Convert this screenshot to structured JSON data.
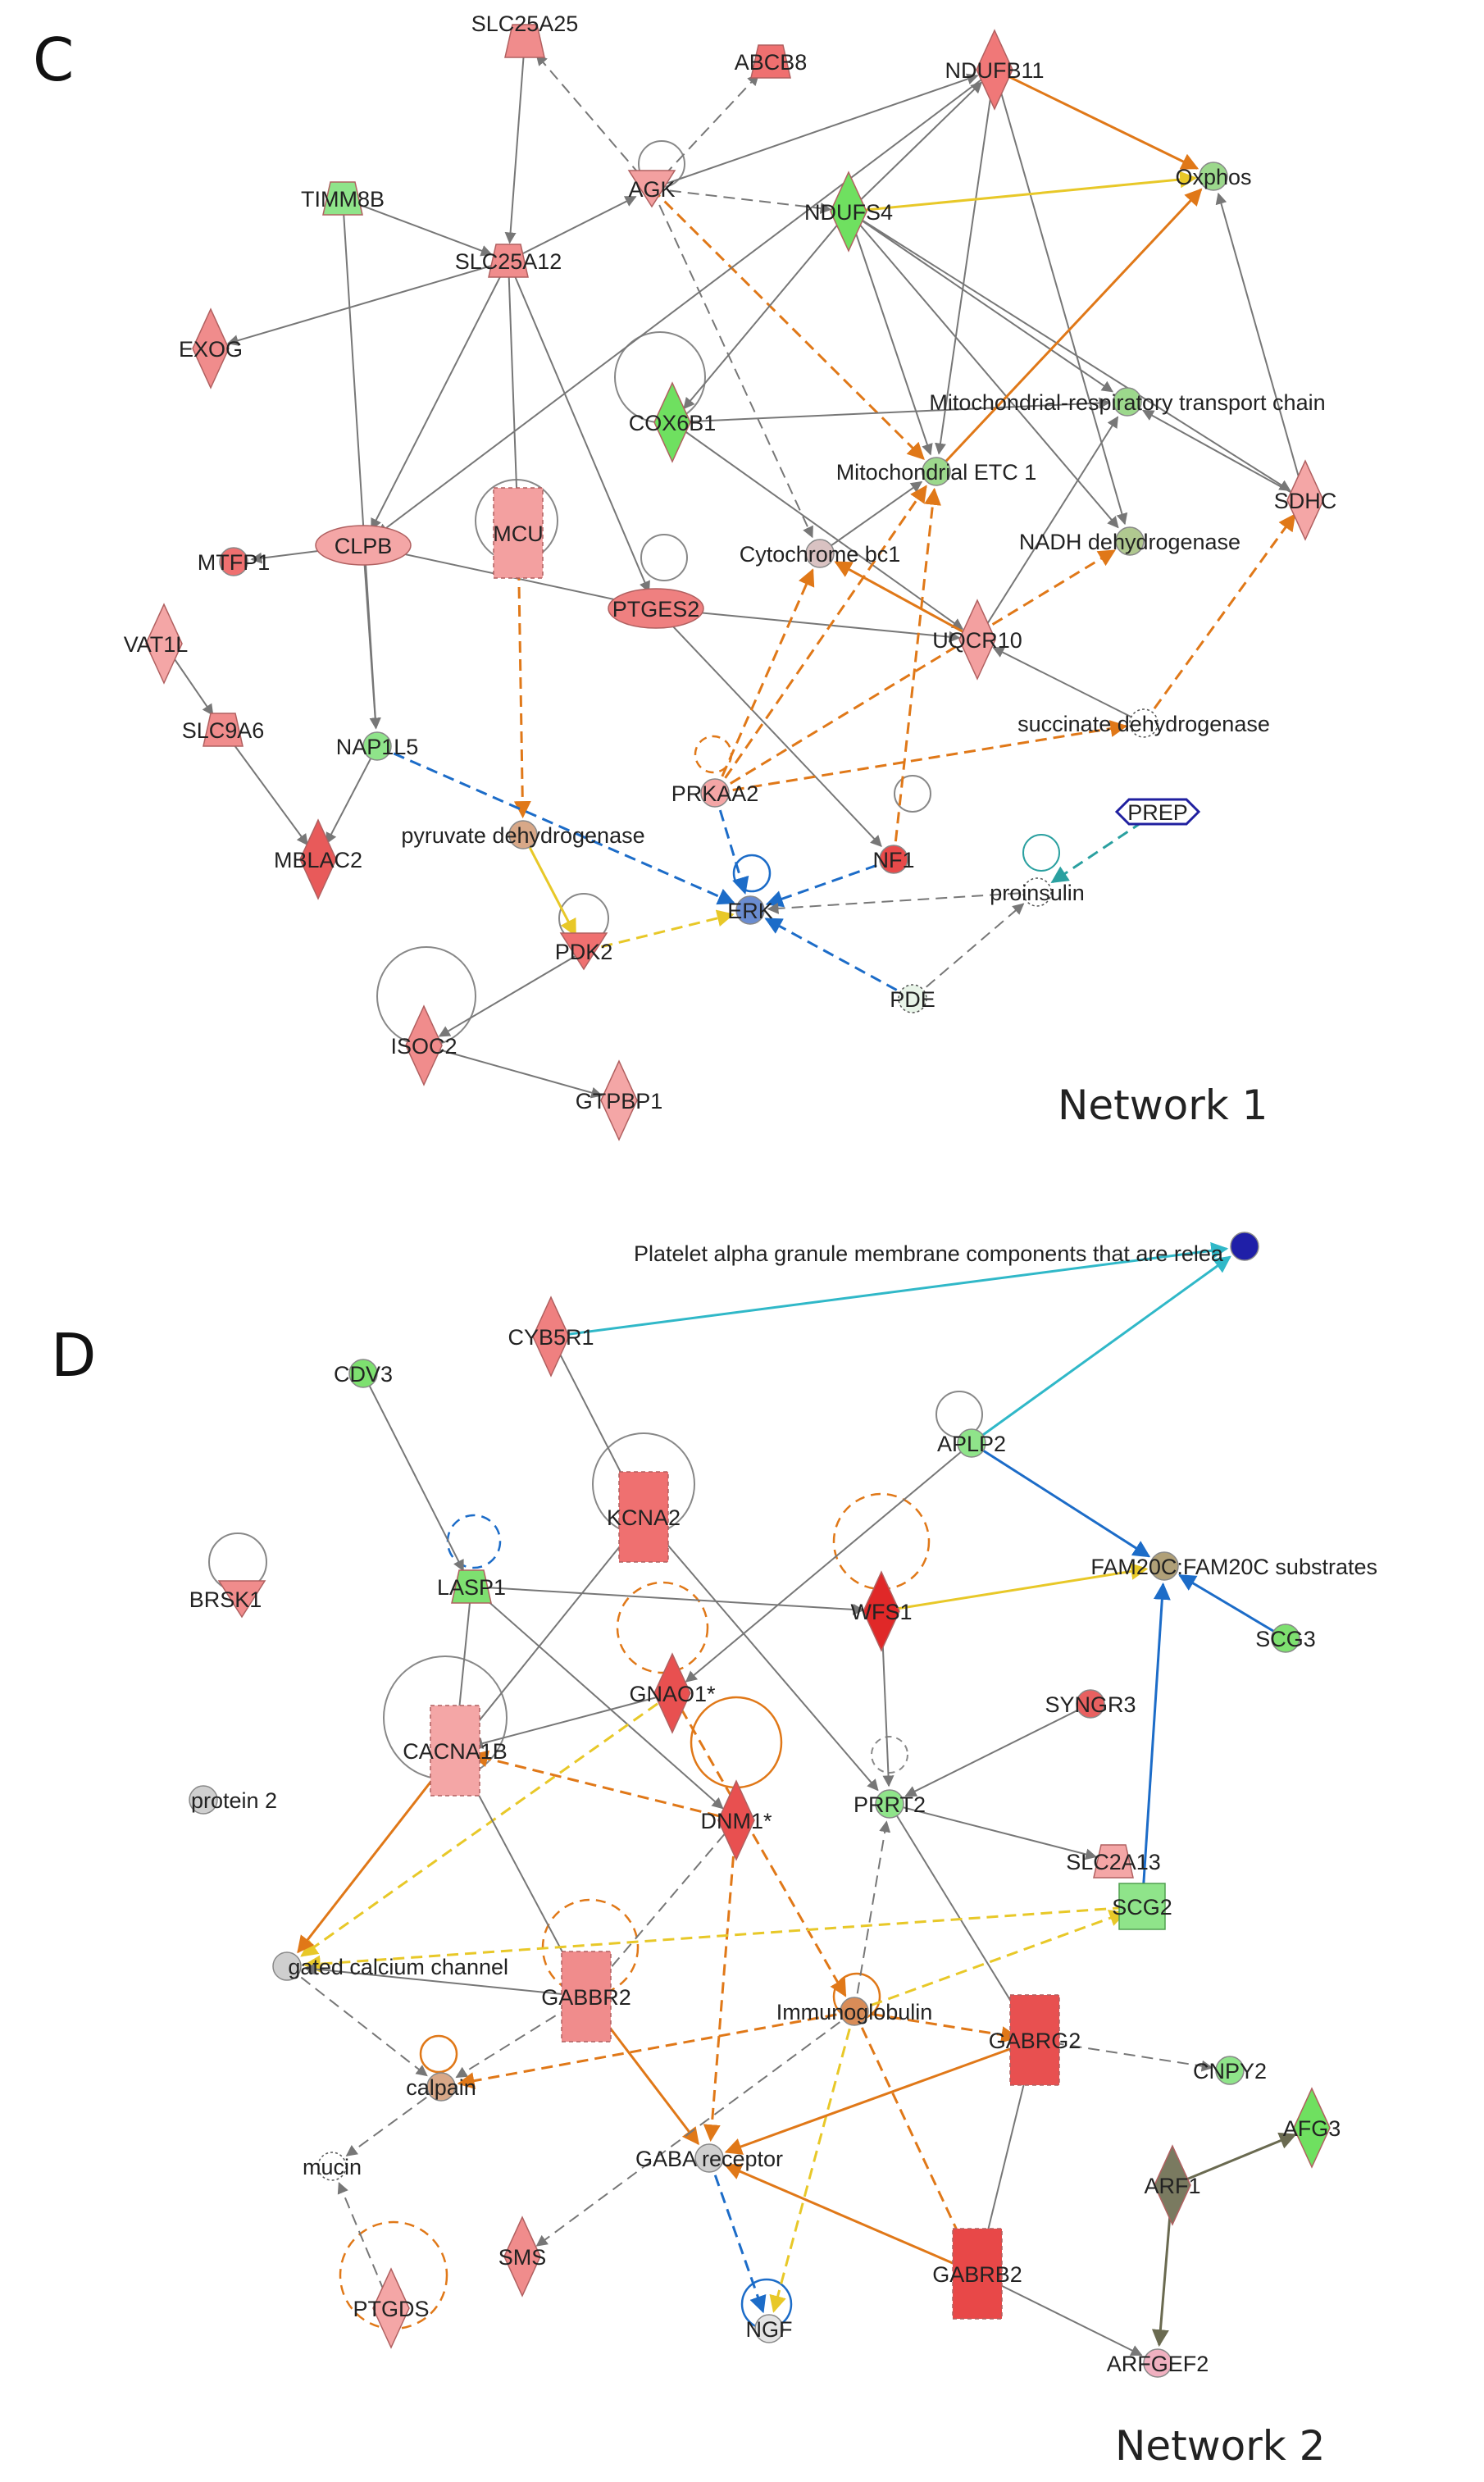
{
  "panels": [
    {
      "letter": "C",
      "network_title": "Network 1",
      "nodes": [
        {
          "id": "SLC25A25",
          "label": "SLC25A25",
          "shape": "trapezoid",
          "color": "#f08c8c"
        },
        {
          "id": "ABCB8",
          "label": "ABCB8",
          "shape": "trapezoid",
          "color": "#ef7070"
        },
        {
          "id": "NDUFB11",
          "label": "NDUFB11",
          "shape": "diamond",
          "color": "#f07878"
        },
        {
          "id": "Oxphos",
          "label": "Oxphos",
          "shape": "circle",
          "color": "#9cd88c"
        },
        {
          "id": "TIMM8B",
          "label": "TIMM8B",
          "shape": "trapezoid",
          "color": "#8fe48a"
        },
        {
          "id": "AGK",
          "label": "AGK",
          "shape": "vtriangle",
          "color": "#f3a0a0"
        },
        {
          "id": "NDUFS4",
          "label": "NDUFS4",
          "shape": "diamond",
          "color": "#6fe060"
        },
        {
          "id": "SLC25A12",
          "label": "SLC25A12",
          "shape": "trapezoid",
          "color": "#f08c8c"
        },
        {
          "id": "EXOG",
          "label": "EXOG",
          "shape": "diamond",
          "color": "#f08c8c"
        },
        {
          "id": "COX6B1",
          "label": "COX6B1",
          "shape": "diamond",
          "color": "#6fe060"
        },
        {
          "id": "MRTC",
          "label": "Mitochondrial-respiratory transport chain",
          "shape": "circle",
          "color": "#9cd88c"
        },
        {
          "id": "METC1",
          "label": "Mitochondrial ETC 1",
          "shape": "circle",
          "color": "#9cd88c"
        },
        {
          "id": "MTFP1",
          "label": "MTFP1",
          "shape": "circle",
          "color": "#ef7070"
        },
        {
          "id": "CLPB",
          "label": "CLPB",
          "shape": "ellipse",
          "color": "#f4a6a6"
        },
        {
          "id": "MCU",
          "label": "MCU",
          "shape": "dashrect",
          "color": "#f3a0a0"
        },
        {
          "id": "CytBC1",
          "label": "Cytochrome bc1",
          "shape": "circle",
          "color": "#d9c2c2"
        },
        {
          "id": "NADH",
          "label": "NADH dehydrogenase",
          "shape": "circle",
          "color": "#b0c890"
        },
        {
          "id": "SDHC",
          "label": "SDHC",
          "shape": "diamond",
          "color": "#f4a6a6"
        },
        {
          "id": "PTGES2",
          "label": "PTGES2",
          "shape": "ellipse",
          "color": "#ef8080"
        },
        {
          "id": "UQCR10",
          "label": "UQCR10",
          "shape": "diamond",
          "color": "#f3a0a0"
        },
        {
          "id": "VAT1L",
          "label": "VAT1L",
          "shape": "diamond",
          "color": "#f4a6a6"
        },
        {
          "id": "SLC9A6",
          "label": "SLC9A6",
          "shape": "trapezoid",
          "color": "#f08c8c"
        },
        {
          "id": "NAP1L5",
          "label": "NAP1L5",
          "shape": "circle",
          "color": "#8fe48a"
        },
        {
          "id": "SDH",
          "label": "succinate dehydrogenase",
          "shape": "dashcircle",
          "color": "#ffffff"
        },
        {
          "id": "PREP",
          "label": "PREP",
          "shape": "hexagon",
          "color": "#ffffff"
        },
        {
          "id": "PRKAA2",
          "label": "PRKAA2",
          "shape": "circle",
          "color": "#f4a6a6"
        },
        {
          "id": "MBLAC2",
          "label": "MBLAC2",
          "shape": "diamond",
          "color": "#e85a5a"
        },
        {
          "id": "PDH",
          "label": "pyruvate dehydrogenase",
          "shape": "circle",
          "color": "#d8a888"
        },
        {
          "id": "NF1",
          "label": "NF1",
          "shape": "circle",
          "color": "#e84a4a"
        },
        {
          "id": "ERK",
          "label": "ERK",
          "shape": "circle",
          "color": "#6a8cd0"
        },
        {
          "id": "proinsulin",
          "label": "proinsulin",
          "shape": "dashcircle",
          "color": "#ffffff"
        },
        {
          "id": "PDK2",
          "label": "PDK2",
          "shape": "vtriangle",
          "color": "#ef7070"
        },
        {
          "id": "PDE",
          "label": "PDE",
          "shape": "dashcircle",
          "color": "#e8f4e8"
        },
        {
          "id": "ISOC2",
          "label": "ISOC2",
          "shape": "diamond",
          "color": "#f08c8c"
        },
        {
          "id": "GTPBP1",
          "label": "GTPBP1",
          "shape": "diamond",
          "color": "#f4a6a6"
        }
      ],
      "edges": [
        [
          "SLC25A25",
          "SLC25A12",
          "solid",
          "gray"
        ],
        [
          "AGK",
          "SLC25A25",
          "dash",
          "gray"
        ],
        [
          "AGK",
          "ABCB8",
          "dash",
          "gray"
        ],
        [
          "AGK",
          "NDUFB11",
          "solid",
          "gray"
        ],
        [
          "AGK",
          "NDUFS4",
          "dash",
          "gray"
        ],
        [
          "AGK",
          "METC1",
          "dash",
          "orange"
        ],
        [
          "AGK",
          "CytBC1",
          "dash",
          "gray"
        ],
        [
          "TIMM8B",
          "SLC25A12",
          "solid",
          "gray"
        ],
        [
          "TIMM8B",
          "NAP1L5",
          "solid",
          "gray"
        ],
        [
          "SLC25A12",
          "EXOG",
          "solid",
          "gray"
        ],
        [
          "SLC25A12",
          "CLPB",
          "solid",
          "gray"
        ],
        [
          "SLC25A12",
          "MCU",
          "solid",
          "gray"
        ],
        [
          "SLC25A12",
          "PTGES2",
          "solid",
          "gray"
        ],
        [
          "SLC25A12",
          "AGK",
          "solid",
          "gray"
        ],
        [
          "NDUFB11",
          "Oxphos",
          "solid",
          "orange"
        ],
        [
          "NDUFB11",
          "METC1",
          "solid",
          "gray"
        ],
        [
          "NDUFB11",
          "NADH",
          "solid",
          "gray"
        ],
        [
          "NDUFB11",
          "CLPB",
          "solid",
          "gray"
        ],
        [
          "NDUFS4",
          "Oxphos",
          "solid",
          "yellow"
        ],
        [
          "NDUFS4",
          "NDUFB11",
          "solid",
          "gray"
        ],
        [
          "NDUFS4",
          "MRTC",
          "solid",
          "gray"
        ],
        [
          "NDUFS4",
          "METC1",
          "solid",
          "gray"
        ],
        [
          "NDUFS4",
          "NADH",
          "solid",
          "gray"
        ],
        [
          "NDUFS4",
          "SDHC",
          "solid",
          "gray"
        ],
        [
          "NDUFS4",
          "COX6B1",
          "solid",
          "gray"
        ],
        [
          "COX6B1",
          "MRTC",
          "solid",
          "gray"
        ],
        [
          "COX6B1",
          "UQCR10",
          "solid",
          "gray"
        ],
        [
          "SDHC",
          "MRTC",
          "solid",
          "gray"
        ],
        [
          "SDHC",
          "Oxphos",
          "solid",
          "gray"
        ],
        [
          "CytBC1",
          "METC1",
          "solid",
          "gray"
        ],
        [
          "UQCR10",
          "CytBC1",
          "solid",
          "orange"
        ],
        [
          "UQCR10",
          "MRTC",
          "solid",
          "gray"
        ],
        [
          "PTGES2",
          "UQCR10",
          "solid",
          "gray"
        ],
        [
          "PTGES2",
          "NF1",
          "solid",
          "gray"
        ],
        [
          "CLPB",
          "PTGES2",
          "solid",
          "gray"
        ],
        [
          "CLPB",
          "MTFP1",
          "solid",
          "gray"
        ],
        [
          "CLPB",
          "NAP1L5",
          "solid",
          "gray"
        ],
        [
          "MCU",
          "PDH",
          "dash",
          "orange"
        ],
        [
          "VAT1L",
          "SLC9A6",
          "solid",
          "gray"
        ],
        [
          "SLC9A6",
          "MBLAC2",
          "solid",
          "gray"
        ],
        [
          "NAP1L5",
          "MBLAC2",
          "solid",
          "gray"
        ],
        [
          "NAP1L5",
          "ERK",
          "dash",
          "blue"
        ],
        [
          "PRKAA2",
          "CytBC1",
          "dash",
          "orange"
        ],
        [
          "PRKAA2",
          "METC1",
          "dash",
          "orange"
        ],
        [
          "PRKAA2",
          "NADH",
          "dash",
          "orange"
        ],
        [
          "PRKAA2",
          "SDH",
          "dash",
          "orange"
        ],
        [
          "PRKAA2",
          "ERK",
          "dash",
          "blue"
        ],
        [
          "SDH",
          "SDHC",
          "dash",
          "orange"
        ],
        [
          "SDH",
          "UQCR10",
          "solid",
          "gray"
        ],
        [
          "METC1",
          "Oxphos",
          "solid",
          "orange"
        ],
        [
          "NF1",
          "ERK",
          "dash",
          "blue"
        ],
        [
          "NF1",
          "METC1",
          "dash",
          "orange"
        ],
        [
          "proinsulin",
          "ERK",
          "dash",
          "gray"
        ],
        [
          "PREP",
          "proinsulin",
          "dash",
          "teal"
        ],
        [
          "PDE",
          "ERK",
          "dash",
          "blue"
        ],
        [
          "PDE",
          "proinsulin",
          "dash",
          "gray"
        ],
        [
          "PDH",
          "PDK2",
          "solid",
          "yellow"
        ],
        [
          "PDK2",
          "ERK",
          "dash",
          "yellow"
        ],
        [
          "PDK2",
          "ISOC2",
          "solid",
          "gray"
        ],
        [
          "ISOC2",
          "GTPBP1",
          "solid",
          "gray"
        ]
      ]
    },
    {
      "letter": "D",
      "network_title": "Network 2",
      "nodes": [
        {
          "id": "PAGMC",
          "label": "Platelet alpha granule membrane components that are relea",
          "shape": "circle",
          "color": "#1f1fa8"
        },
        {
          "id": "CYB5R1",
          "label": "CYB5R1",
          "shape": "diamond",
          "color": "#ef8080"
        },
        {
          "id": "CDV3",
          "label": "CDV3",
          "shape": "circle",
          "color": "#7ee070"
        },
        {
          "id": "APLP2",
          "label": "APLP2",
          "shape": "circle",
          "color": "#8fe48a"
        },
        {
          "id": "KCNA2",
          "label": "KCNA2",
          "shape": "dashrect",
          "color": "#ef7070"
        },
        {
          "id": "LASP1",
          "label": "LASP1",
          "shape": "trapezoid",
          "color": "#7ee070"
        },
        {
          "id": "BRSK1",
          "label": "BRSK1",
          "shape": "vtriangle",
          "color": "#f08c8c"
        },
        {
          "id": "WFS1",
          "label": "WFS1",
          "shape": "diamond",
          "color": "#e02828"
        },
        {
          "id": "FAM20C",
          "label": "FAM20C:FAM20C substrates",
          "shape": "circle",
          "color": "#b0a078"
        },
        {
          "id": "SCG3",
          "label": "SCG3",
          "shape": "circle",
          "color": "#7ee070"
        },
        {
          "id": "GNAO1",
          "label": "GNAO1*",
          "shape": "diamond",
          "color": "#e85050"
        },
        {
          "id": "SYNGR3",
          "label": "SYNGR3",
          "shape": "circle",
          "color": "#e86060"
        },
        {
          "id": "CACNA1B",
          "label": "CACNA1B",
          "shape": "dashrect",
          "color": "#f4a6a6"
        },
        {
          "id": "protein2",
          "label": "protein 2",
          "shape": "circle",
          "color": "#cfcfcf"
        },
        {
          "id": "DNM1",
          "label": "DNM1*",
          "shape": "diamond",
          "color": "#e85050"
        },
        {
          "id": "PRRT2",
          "label": "PRRT2",
          "shape": "circle",
          "color": "#8fe48a"
        },
        {
          "id": "SLC2A13",
          "label": "SLC2A13",
          "shape": "trapezoid",
          "color": "#f4a6a6"
        },
        {
          "id": "SCG2",
          "label": "SCG2",
          "shape": "square",
          "color": "#8fe48a"
        },
        {
          "id": "VGCC",
          "label": "gated calcium channel",
          "shape": "circle",
          "color": "#cfcfcf"
        },
        {
          "id": "GABBR2",
          "label": "GABBR2",
          "shape": "dashrect",
          "color": "#f08c8c"
        },
        {
          "id": "Ig",
          "label": "Immunoglobulin",
          "shape": "circle",
          "color": "#d88c58"
        },
        {
          "id": "GABRG2",
          "label": "GABRG2",
          "shape": "dashrect",
          "color": "#e85050"
        },
        {
          "id": "CNPY2",
          "label": "CNPY2",
          "shape": "circle",
          "color": "#8fe48a"
        },
        {
          "id": "calpain",
          "label": "calpain",
          "shape": "circle",
          "color": "#d8a888"
        },
        {
          "id": "AFG3",
          "label": "AFG3",
          "shape": "diamond",
          "color": "#6fe060"
        },
        {
          "id": "GABAR",
          "label": "GABA receptor",
          "shape": "circle",
          "color": "#cfcfcf"
        },
        {
          "id": "mucin",
          "label": "mucin",
          "shape": "dashcircle",
          "color": "#ffffff"
        },
        {
          "id": "ARF",
          "label": "ARF1",
          "shape": "diamond",
          "color": "#7a7a60"
        },
        {
          "id": "SMS",
          "label": "SMS",
          "shape": "diamond",
          "color": "#f08c8c"
        },
        {
          "id": "PTGDS",
          "label": "PTGDS",
          "shape": "diamond",
          "color": "#f4a6a6"
        },
        {
          "id": "NGF",
          "label": "NGF",
          "shape": "circle",
          "color": "#e4e4e4"
        },
        {
          "id": "GABRB2",
          "label": "GABRB2",
          "shape": "dashrect",
          "color": "#e84848"
        },
        {
          "id": "ARFGEF2",
          "label": "ARFGEF2",
          "shape": "circle",
          "color": "#f0b0c0"
        }
      ],
      "edges": [
        [
          "CYB5R1",
          "PAGMC",
          "solid",
          "cyan"
        ],
        [
          "APLP2",
          "PAGMC",
          "solid",
          "cyan"
        ],
        [
          "CYB5R1",
          "KCNA2",
          "solid",
          "gray"
        ],
        [
          "CDV3",
          "LASP1",
          "solid",
          "gray"
        ],
        [
          "APLP2",
          "FAM20C",
          "solid",
          "blue"
        ],
        [
          "APLP2",
          "GNAO1",
          "solid",
          "gray"
        ],
        [
          "SCG3",
          "FAM20C",
          "solid",
          "blue"
        ],
        [
          "SCG2",
          "FAM20C",
          "solid",
          "blue"
        ],
        [
          "WFS1",
          "FAM20C",
          "solid",
          "yellow"
        ],
        [
          "LASP1",
          "WFS1",
          "solid",
          "gray"
        ],
        [
          "LASP1",
          "CACNA1B",
          "solid",
          "gray"
        ],
        [
          "LASP1",
          "DNM1",
          "solid",
          "gray"
        ],
        [
          "KCNA2",
          "CACNA1B",
          "solid",
          "gray"
        ],
        [
          "KCNA2",
          "PRRT2",
          "solid",
          "gray"
        ],
        [
          "WFS1",
          "PRRT2",
          "solid",
          "gray"
        ],
        [
          "GNAO1",
          "CACNA1B",
          "solid",
          "gray"
        ],
        [
          "GNAO1",
          "VGCC",
          "dash",
          "yellow"
        ],
        [
          "GNAO1",
          "Ig",
          "dash",
          "orange"
        ],
        [
          "DNM1",
          "CACNA1B",
          "dash",
          "orange"
        ],
        [
          "DNM1",
          "GABBR2",
          "dash",
          "gray"
        ],
        [
          "DNM1",
          "GABAR",
          "dash",
          "orange"
        ],
        [
          "SYNGR3",
          "PRRT2",
          "solid",
          "gray"
        ],
        [
          "PRRT2",
          "SLC2A13",
          "solid",
          "gray"
        ],
        [
          "PRRT2",
          "GABRG2",
          "solid",
          "gray"
        ],
        [
          "Ig",
          "PRRT2",
          "dash",
          "gray"
        ],
        [
          "CACNA1B",
          "VGCC",
          "solid",
          "orange"
        ],
        [
          "CACNA1B",
          "GABBR2",
          "solid",
          "gray"
        ],
        [
          "SCG2",
          "VGCC",
          "dash",
          "yellow"
        ],
        [
          "Ig",
          "SCG2",
          "dash",
          "yellow"
        ],
        [
          "GABBR2",
          "VGCC",
          "solid",
          "gray"
        ],
        [
          "GABBR2",
          "GABAR",
          "solid",
          "orange"
        ],
        [
          "GABBR2",
          "calpain",
          "dash",
          "gray"
        ],
        [
          "Ig",
          "calpain",
          "dash",
          "orange"
        ],
        [
          "Ig",
          "GABRG2",
          "dash",
          "orange"
        ],
        [
          "Ig",
          "GABRB2",
          "dash",
          "orange"
        ],
        [
          "Ig",
          "NGF",
          "dash",
          "yellow"
        ],
        [
          "Ig",
          "SMS",
          "dash",
          "gray"
        ],
        [
          "GABRG2",
          "GABAR",
          "solid",
          "orange"
        ],
        [
          "GABRG2",
          "GABRB2",
          "solid",
          "gray"
        ],
        [
          "GABRG2",
          "CNPY2",
          "dash",
          "gray"
        ],
        [
          "GABRB2",
          "GABAR",
          "solid",
          "orange"
        ],
        [
          "GABRB2",
          "ARFGEF2",
          "solid",
          "gray"
        ],
        [
          "GABAR",
          "NGF",
          "dash",
          "blue"
        ],
        [
          "VGCC",
          "calpain",
          "dash",
          "gray"
        ],
        [
          "calpain",
          "mucin",
          "dash",
          "gray"
        ],
        [
          "PTGDS",
          "mucin",
          "dash",
          "gray"
        ],
        [
          "ARF",
          "AFG3",
          "solid",
          "olive"
        ],
        [
          "ARF",
          "ARFGEF2",
          "solid",
          "olive"
        ]
      ]
    }
  ]
}
